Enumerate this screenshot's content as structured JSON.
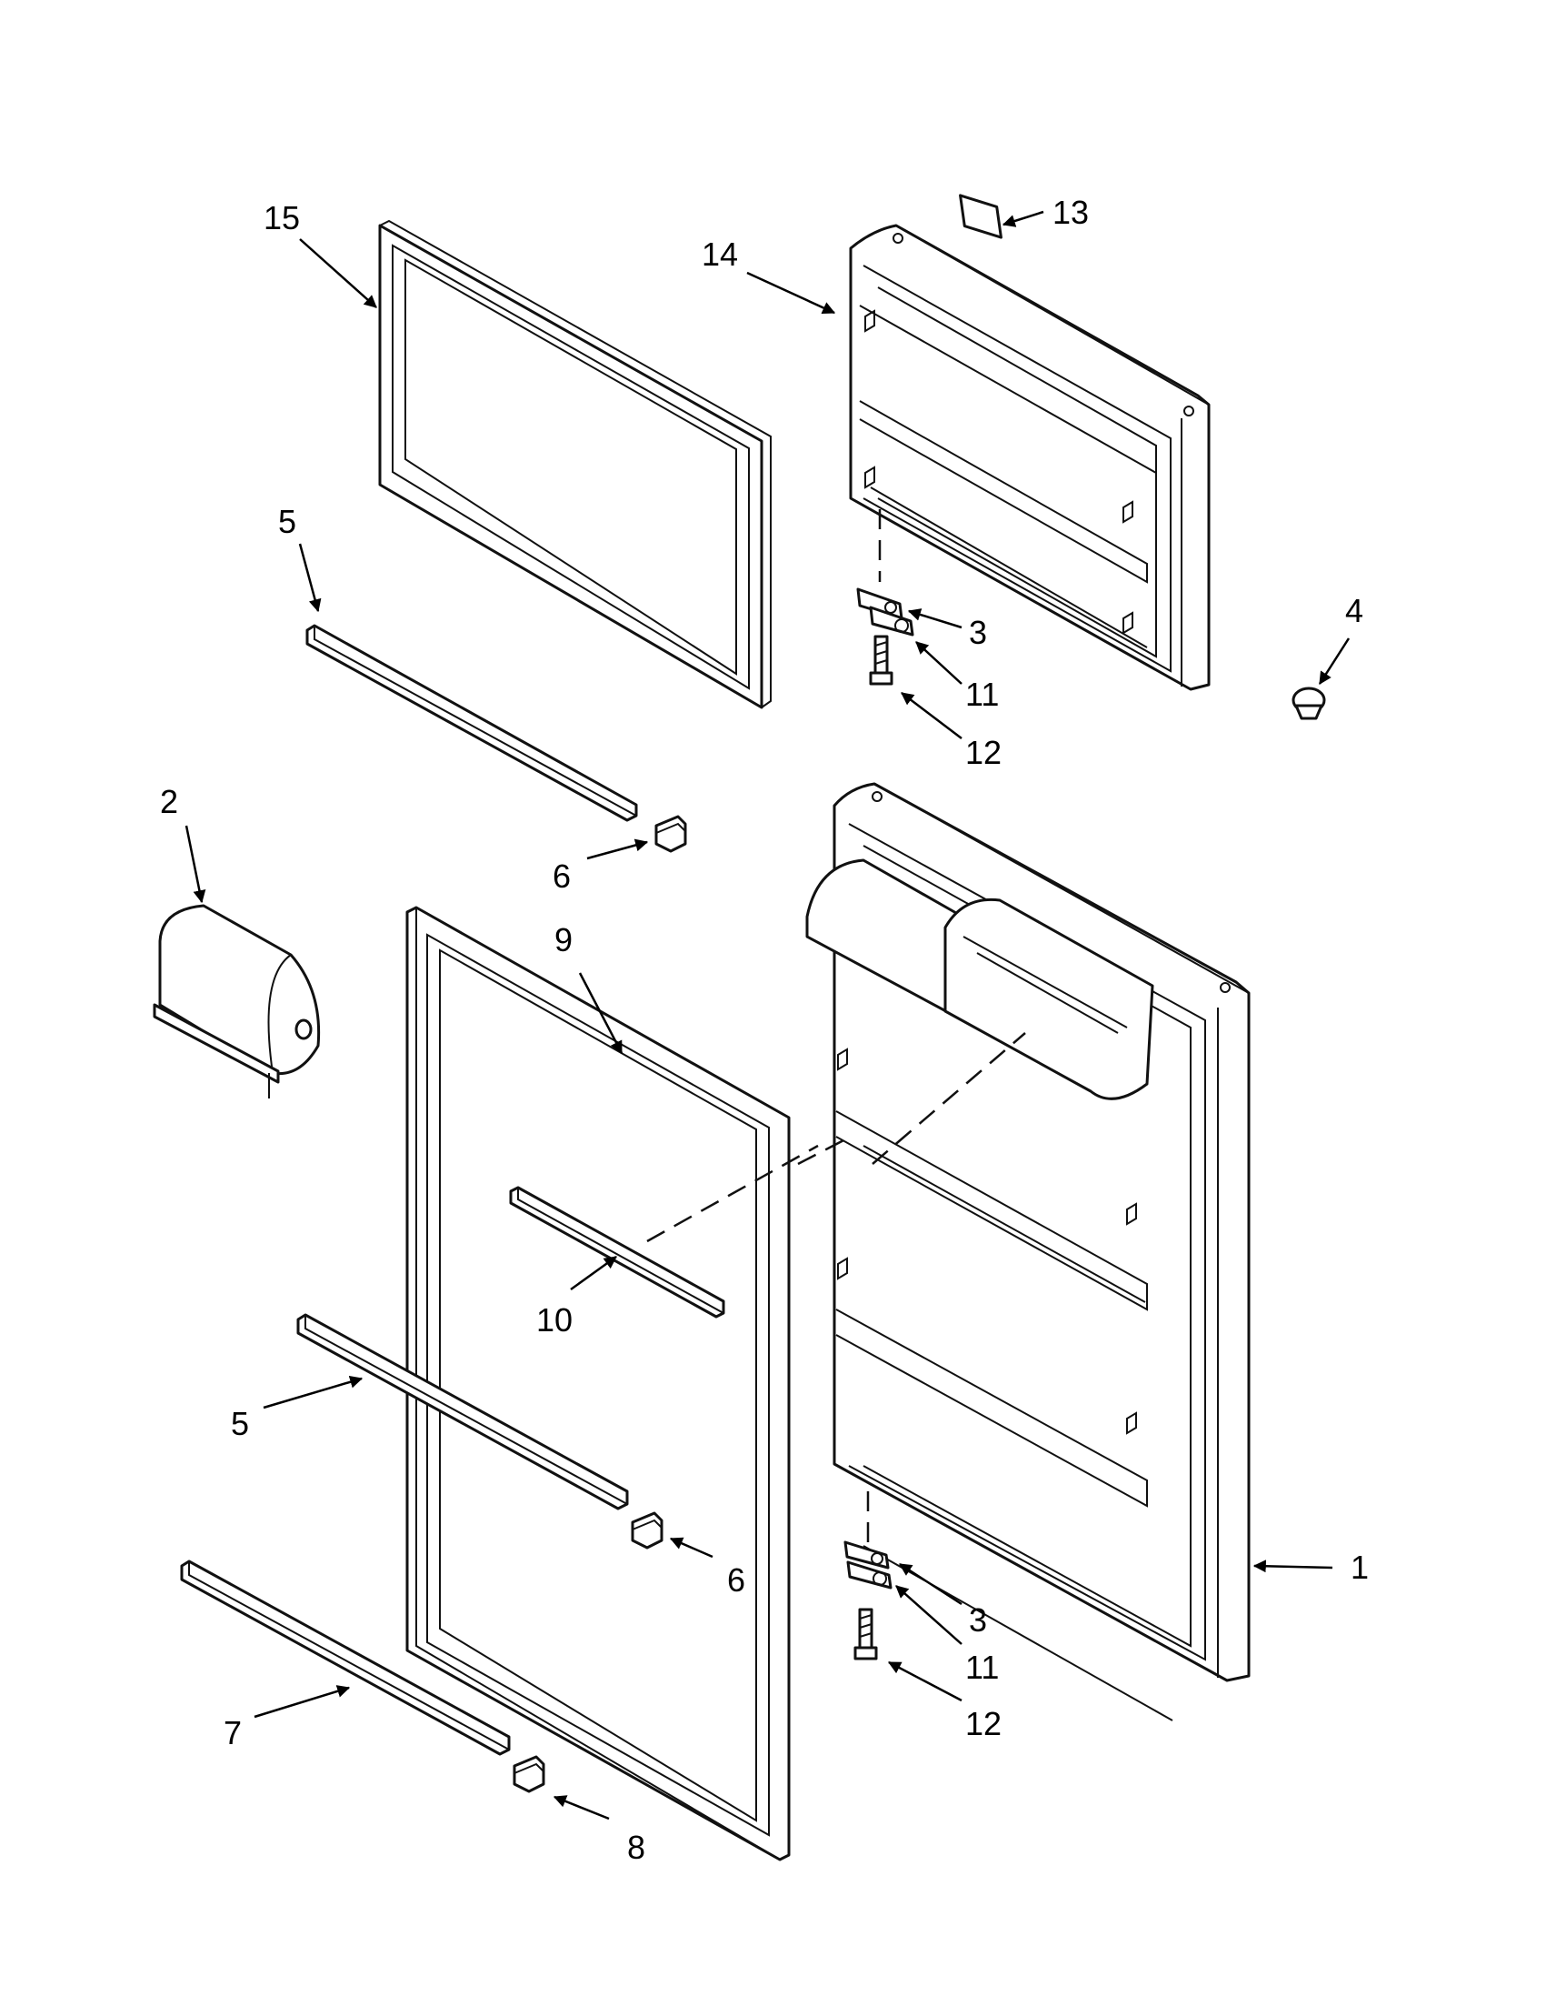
{
  "callouts": [
    {
      "id": "15",
      "label": "15"
    },
    {
      "id": "14",
      "label": "14"
    },
    {
      "id": "13",
      "label": "13"
    },
    {
      "id": "5a",
      "label": "5"
    },
    {
      "id": "3a",
      "label": "3"
    },
    {
      "id": "11a",
      "label": "11"
    },
    {
      "id": "12a",
      "label": "12"
    },
    {
      "id": "4",
      "label": "4"
    },
    {
      "id": "2",
      "label": "2"
    },
    {
      "id": "6a",
      "label": "6"
    },
    {
      "id": "9",
      "label": "9"
    },
    {
      "id": "10",
      "label": "10"
    },
    {
      "id": "5b",
      "label": "5"
    },
    {
      "id": "6b",
      "label": "6"
    },
    {
      "id": "1",
      "label": "1"
    },
    {
      "id": "3b",
      "label": "3"
    },
    {
      "id": "11b",
      "label": "11"
    },
    {
      "id": "12b",
      "label": "12"
    },
    {
      "id": "7",
      "label": "7"
    },
    {
      "id": "8",
      "label": "8"
    }
  ]
}
